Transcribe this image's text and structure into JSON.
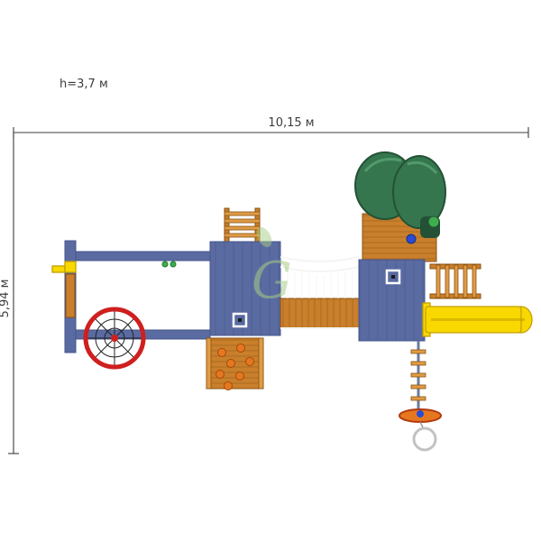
{
  "annotations": {
    "height_label": "h=3,7 м",
    "width_label": "10,15 м",
    "depth_label": "5,94 м"
  },
  "colors": {
    "dim": "#3c3c3c",
    "platform_blue": "#5a6ba2",
    "platform_blue_dark": "#46558c",
    "wood": "#c97f2b",
    "wood_light": "#df9c45",
    "wood_dark": "#8a5212",
    "yellow": "#f9d800",
    "yellow_dark": "#c2a000",
    "green_mid": "#35764e",
    "green_dark": "#245135",
    "green_light": "#57a072",
    "red": "#cf1f1f",
    "orange": "#e5781f",
    "rope": "#f5f5f5",
    "accent_green": "#3dae4d",
    "ball_blue": "#2a4bd7",
    "pole": "#6b7b9e",
    "ring_gray": "#c2c2c2",
    "watermark_green": "#a6cd84"
  },
  "scene": {
    "type": "playground-top-view-plan",
    "components": [
      "swing frame",
      "spider web net",
      "tower platform with marker",
      "wooden entry ladder",
      "climbing wall with holds",
      "rope bridge walkway",
      "tower platform with spiral tube slide",
      "straight yellow slide",
      "side ladder",
      "rope pole with disc swing"
    ]
  }
}
